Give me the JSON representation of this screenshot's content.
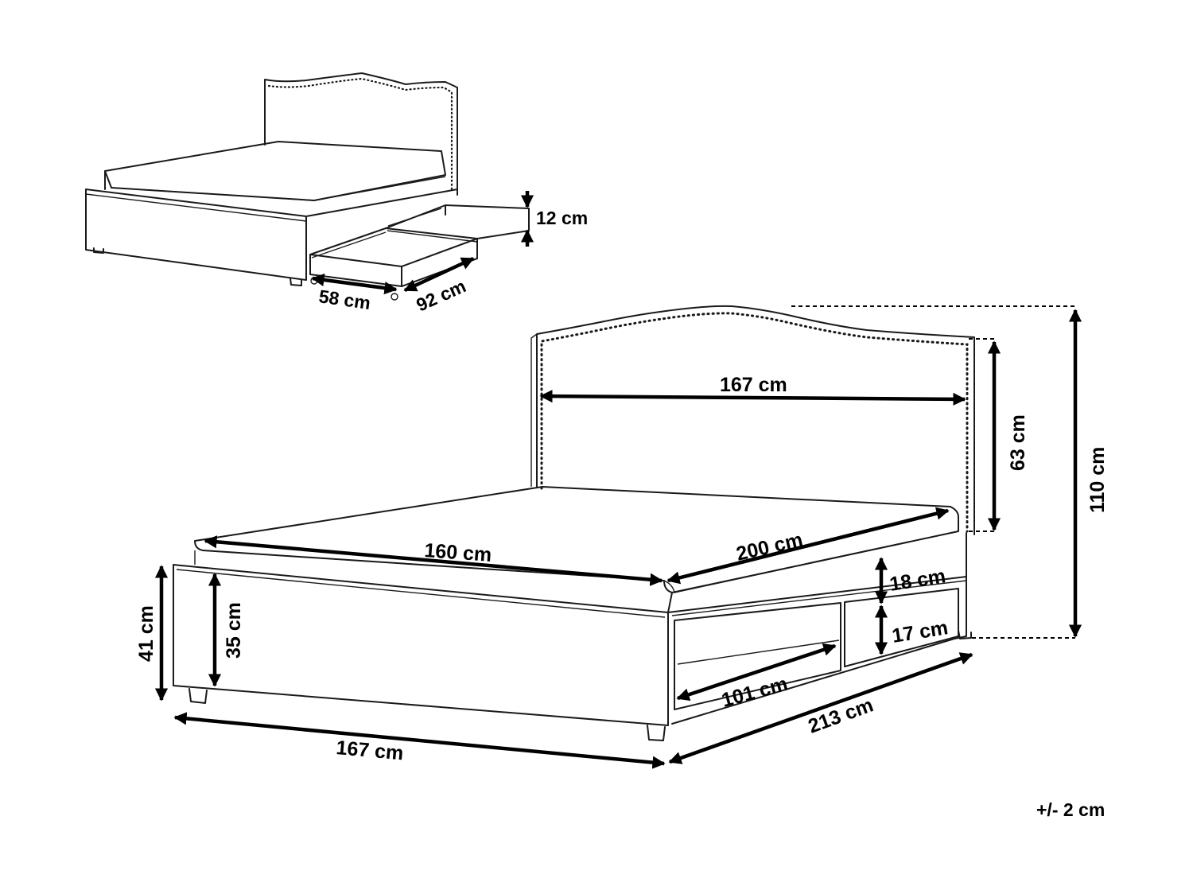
{
  "small_view": {
    "drawer_height": "12 cm",
    "drawer_depth": "58 cm",
    "drawer_length": "92 cm"
  },
  "main_view": {
    "headboard_width": "167 cm",
    "headboard_height": "63 cm",
    "total_height": "110 cm",
    "mattress_width": "160 cm",
    "mattress_length": "200 cm",
    "frame_side_height": "18 cm",
    "drawer_front_height": "17 cm",
    "drawer_front_length": "101 cm",
    "frame_height": "41 cm",
    "inner_height": "35 cm",
    "total_length": "213 cm",
    "total_width": "167 cm"
  },
  "tolerance": "+/- 2 cm"
}
